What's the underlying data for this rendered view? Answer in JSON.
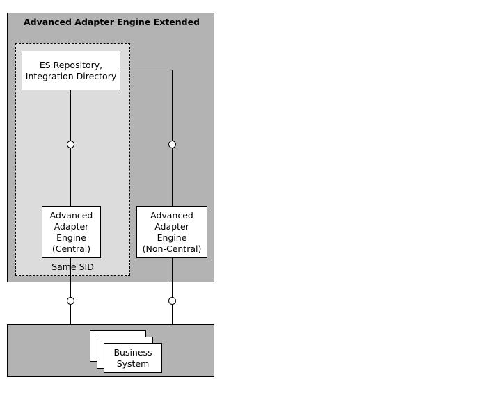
{
  "diagram": {
    "title": "Advanced Adapter Engine Extended",
    "type": "architecture-block-diagram",
    "colors": {
      "panel_dark": "#b3b3b3",
      "panel_light": "#dcdcdc",
      "node_fill": "#ffffff",
      "stroke": "#000000",
      "background": "#ffffff"
    },
    "panels": {
      "outer": {
        "label": "Advanced Adapter Engine Extended",
        "fill": "#b3b3b3",
        "border_style": "solid"
      },
      "same_sid": {
        "label": "Same SID",
        "fill": "#dcdcdc",
        "border_style": "dashed"
      },
      "business_systems": {
        "fill": "#b3b3b3",
        "border_style": "solid"
      }
    },
    "nodes": [
      {
        "id": "es-repository",
        "label": "ES Repository,\nIntegration Directory"
      },
      {
        "id": "aae-central",
        "label": "Advanced\nAdapter\nEngine\n(Central)"
      },
      {
        "id": "aae-non-central",
        "label": "Advanced\nAdapter\nEngine\n(Non-Central)"
      },
      {
        "id": "business-system",
        "label": "Business\nSystem"
      }
    ],
    "connectors": [
      {
        "from": "es-repository",
        "to": "aae-central",
        "marker": "circle"
      },
      {
        "from": "es-repository",
        "to": "aae-non-central",
        "marker": "circle"
      },
      {
        "from": "aae-central",
        "to": "business-system",
        "marker": "circle"
      },
      {
        "from": "aae-non-central",
        "to": "business-system",
        "marker": "circle"
      }
    ]
  }
}
